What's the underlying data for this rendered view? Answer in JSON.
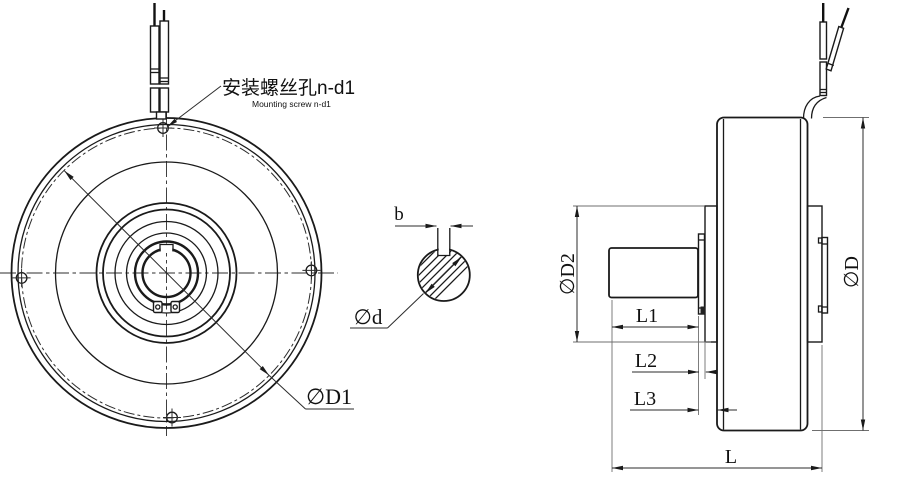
{
  "colors": {
    "line": "#1a1a1a",
    "background": "#ffffff"
  },
  "labels": {
    "mounting_screw_cn": "安装螺丝孔n-d1",
    "mounting_screw_en": "Mounting screw n-d1",
    "bolt_circle_dia": "∅D1",
    "shaft_dia": "∅d",
    "key_width": "b",
    "hub_dia": "∅D2",
    "body_dia": "∅D",
    "len_l1": "L1",
    "len_l2": "L2",
    "len_l3": "L3",
    "len_total": "L"
  }
}
